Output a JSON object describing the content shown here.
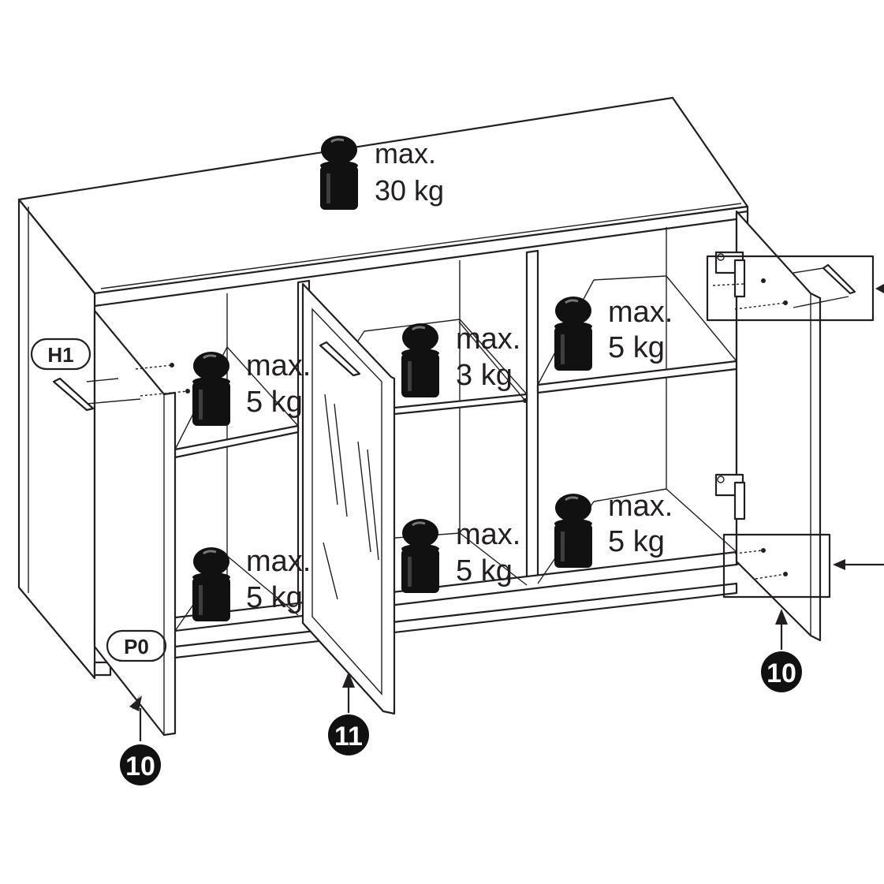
{
  "top_load": {
    "line1": "max.",
    "line2": "30 kg"
  },
  "shelves": [
    {
      "line1": "max.",
      "line2": "5 kg"
    },
    {
      "line1": "max.",
      "line2": "3 kg"
    },
    {
      "line1": "max.",
      "line2": "5 kg"
    },
    {
      "line1": "max.",
      "line2": "5 kg"
    },
    {
      "line1": "max.",
      "line2": "5 kg"
    },
    {
      "line1": "max.",
      "line2": "5 kg"
    }
  ],
  "part_tags": {
    "handle": "H1",
    "foot": "P0"
  },
  "door_numbers": {
    "left_door": "10",
    "glass_door": "11",
    "right_door": "10"
  }
}
